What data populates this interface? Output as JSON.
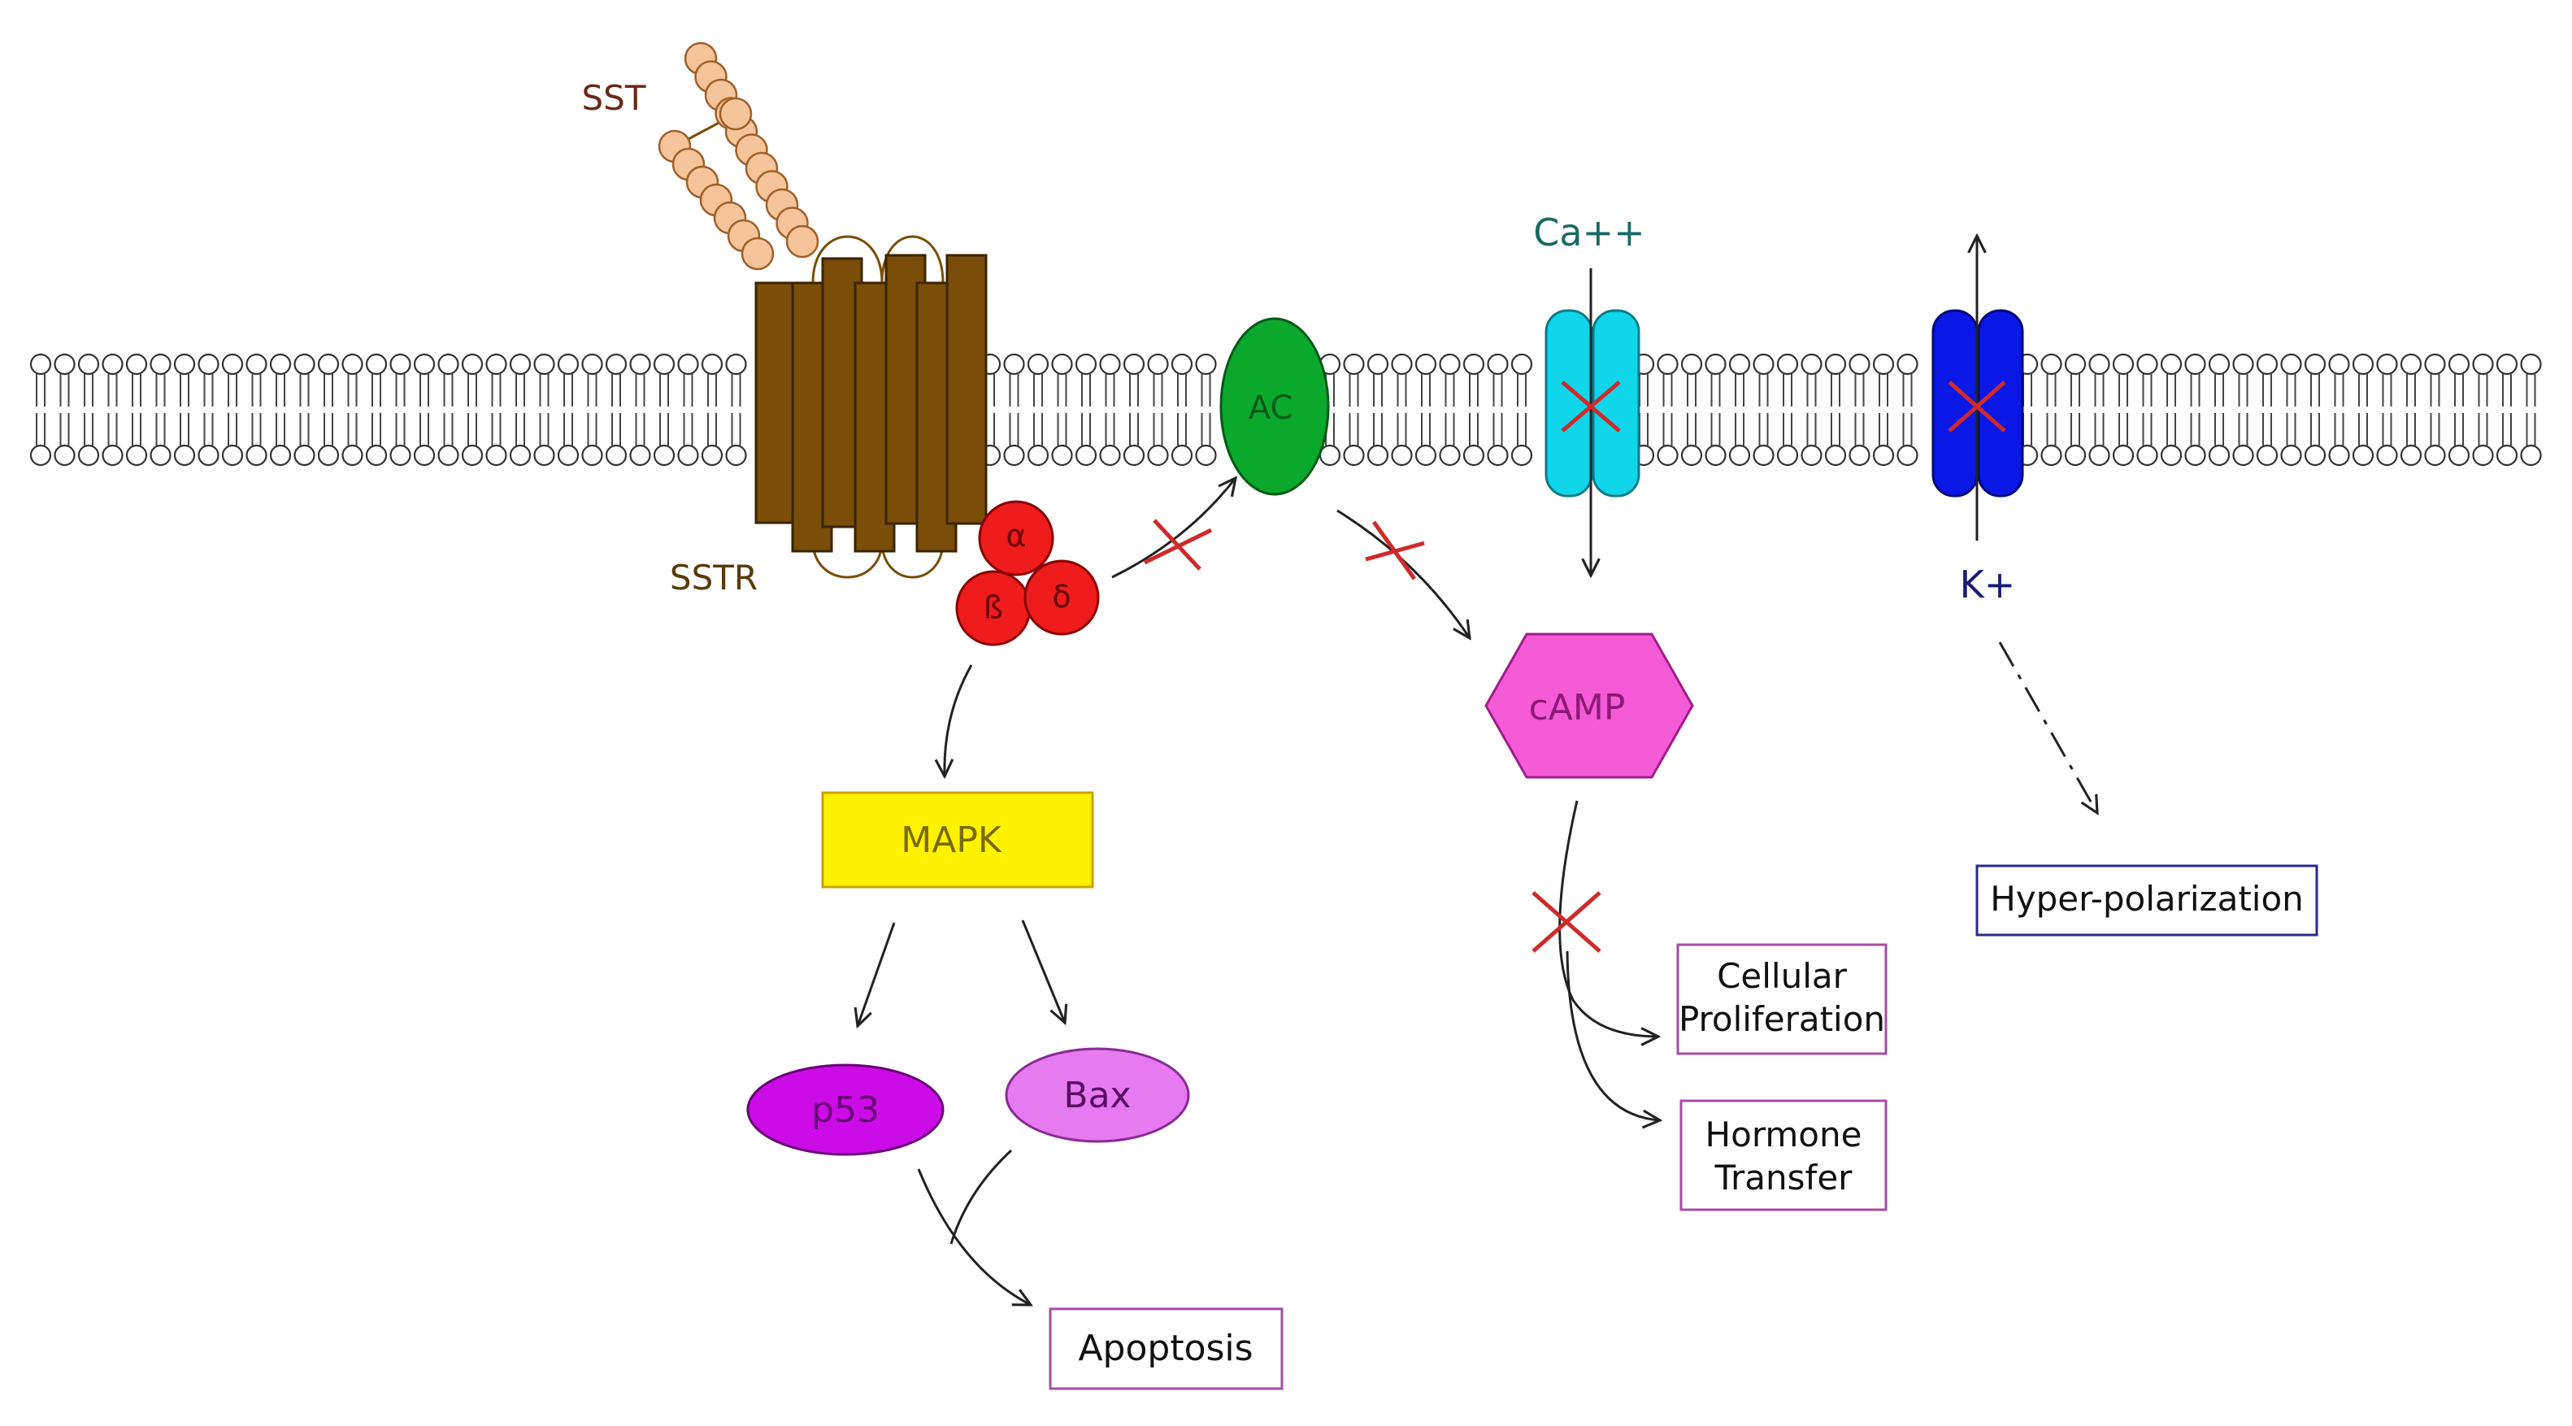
{
  "labels": {
    "sst": "SST",
    "sstr": "SSTR",
    "ca": "Ca++",
    "k": "K+"
  },
  "proteins": {
    "ac": "AC",
    "camp": "cAMP",
    "mapk": "MAPK",
    "p53": "p53",
    "bax": "Bax"
  },
  "g_protein": {
    "alpha": "α",
    "beta": "ß",
    "delta": "δ"
  },
  "outcomes": {
    "apoptosis": "Apoptosis",
    "cellular_proliferation": [
      "Cellular",
      "Proliferation"
    ],
    "hormone_transfer": [
      "Hormone",
      "Transfer"
    ],
    "hyperpolarization": "Hyper-polarization"
  },
  "colors": {
    "receptor": "#7a4d08",
    "sst_bead": "#f5c49a",
    "g_protein": "#ee1c1c",
    "ac": "#0aa82d",
    "ca_channel": "#11d6ea",
    "k_channel": "#0a18e6",
    "camp": "#f55bd5",
    "mapk": "#fff200",
    "p53": "#cc0ce6",
    "bax": "#e67af0",
    "inhibition": "#cf2a2a",
    "outcome_border": "#a64ca6",
    "hyper_border": "#2a2a8c"
  }
}
